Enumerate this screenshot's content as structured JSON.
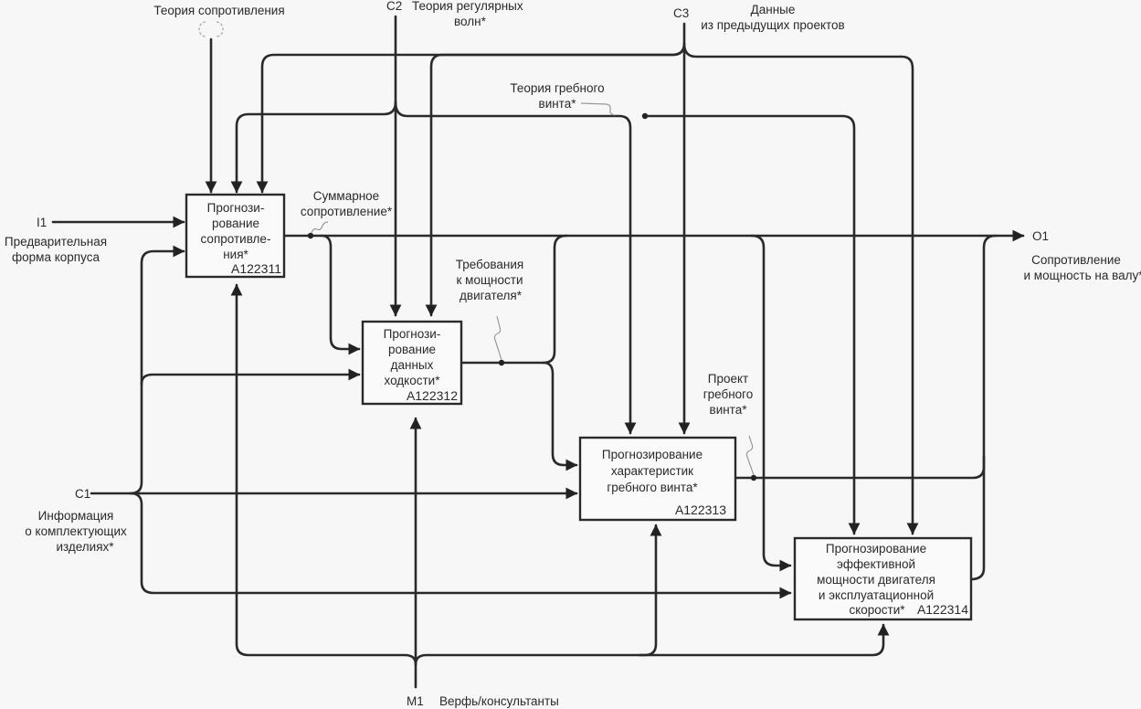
{
  "boxes": [
    {
      "id": "A122311",
      "lines": [
        "Прогнози-",
        "рование",
        "сопротивле-",
        "ния*"
      ]
    },
    {
      "id": "A122312",
      "lines": [
        "Прогнози-",
        "рование",
        "данных",
        "ходкости*"
      ]
    },
    {
      "id": "A122313",
      "lines": [
        "Прогнозирование",
        "характеристик",
        "гребного винта*"
      ]
    },
    {
      "id": "A122314",
      "lines": [
        "Прогнозирование",
        "эффективной",
        "мощности двигателя",
        "и эксплуатационной",
        "скорости*"
      ]
    }
  ],
  "boundary": {
    "i1": {
      "code": "I1",
      "lines": [
        "Предварительная",
        "форма корпуса"
      ]
    },
    "c1": {
      "code": "C1",
      "lines": [
        "Информация",
        "о комплектующих",
        "изделиях*"
      ]
    },
    "c2": {
      "code": "C2",
      "lines": [
        "Теория регулярных",
        "волн*"
      ]
    },
    "c3": {
      "code": "C3",
      "lines": [
        "Данные",
        "из предыдущих проектов"
      ]
    },
    "o1": {
      "code": "O1",
      "lines": [
        "Сопротивление",
        "и мощность на валу*"
      ]
    },
    "m1": {
      "code": "M1",
      "label": "Верфь/консультанты"
    },
    "tunnel": {
      "label": "Теория сопротивления"
    }
  },
  "arrow_labels": {
    "total_resistance": [
      "Суммарное",
      "сопротивление*"
    ],
    "propeller_theory": [
      "Теория гребного",
      "винта*"
    ],
    "power_requirements": [
      "Требования",
      "к мощности",
      "двигателя*"
    ],
    "propeller_design": [
      "Проект",
      "гребного",
      "винта*"
    ]
  }
}
